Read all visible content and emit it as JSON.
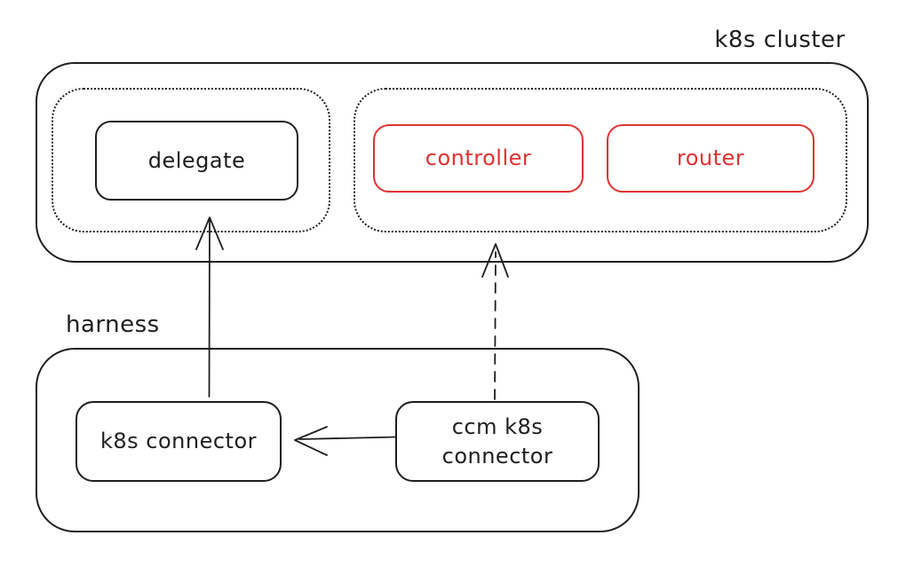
{
  "colors": {
    "bg": "#ffffff",
    "stroke": "#1e1e1e",
    "accent": "#e03131"
  },
  "diagram": {
    "labels": {
      "cluster": "k8s cluster",
      "harness": "harness"
    },
    "nodes": {
      "delegate": "delegate",
      "controller": "controller",
      "router": "router",
      "k8s_connector": "k8s connector",
      "ccm_k8s_connector": "ccm k8s\nconnector"
    },
    "edges": [
      {
        "from": "k8s connector",
        "to": "delegate",
        "style": "solid-arrow"
      },
      {
        "from": "ccm k8s connector",
        "to": "k8s cluster pods group",
        "style": "dashed-arrow"
      },
      {
        "from": "ccm k8s connector",
        "to": "k8s connector",
        "style": "solid-arrow"
      }
    ]
  }
}
